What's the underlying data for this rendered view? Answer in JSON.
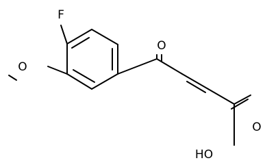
{
  "molecule": {
    "atoms": {
      "fluorine": "F",
      "methoxy_oxygen": "O",
      "ketone_oxygen": "O",
      "carbonyl_oxygen": "O",
      "hydroxyl": "HO"
    }
  }
}
